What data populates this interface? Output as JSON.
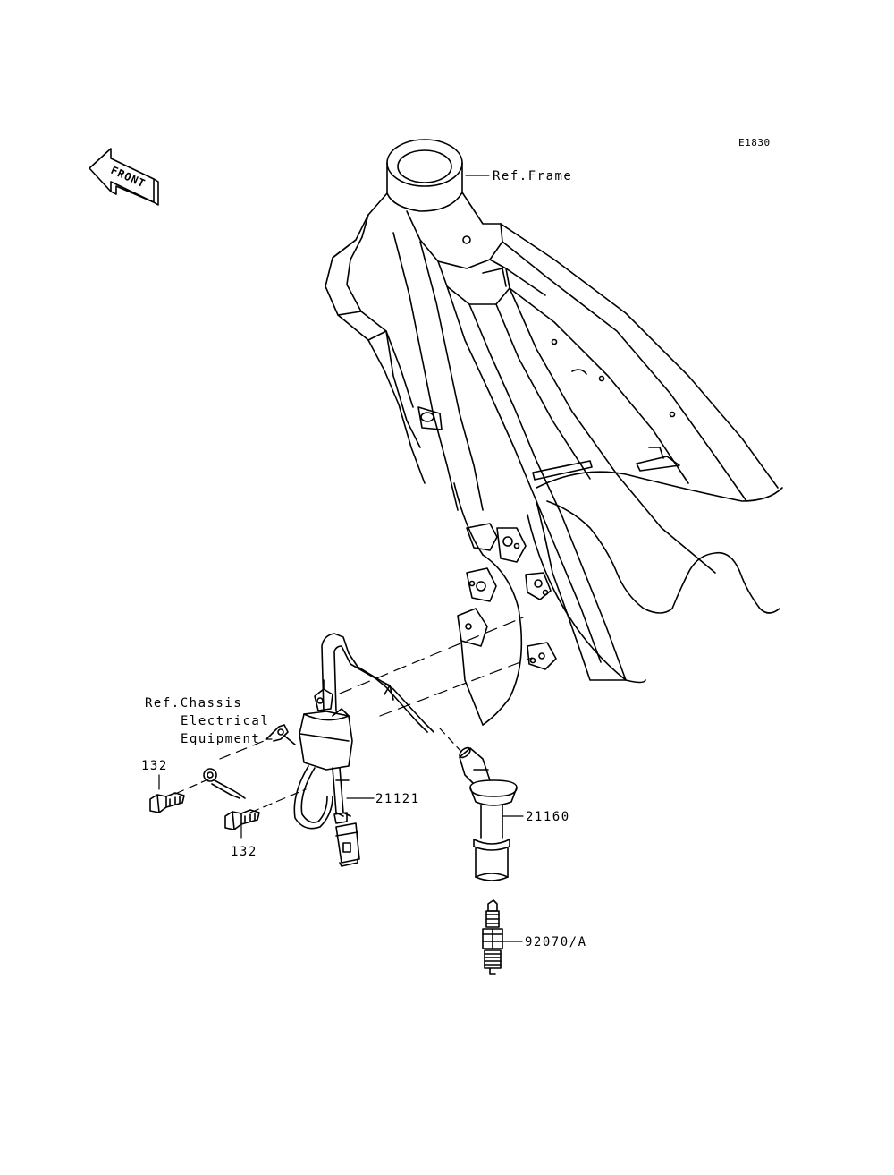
{
  "diagram": {
    "code": "E1830",
    "front_arrow_text": "FRONT",
    "labels": {
      "ref_frame": "Ref.Frame",
      "ref_chassis": {
        "line1": "Ref.Chassis",
        "line2": "Electrical",
        "line3": "Equipment"
      },
      "bolt_left": "132",
      "bolt_right": "132",
      "coil": "21121",
      "cap": "21160",
      "plug": "92070/A"
    }
  }
}
